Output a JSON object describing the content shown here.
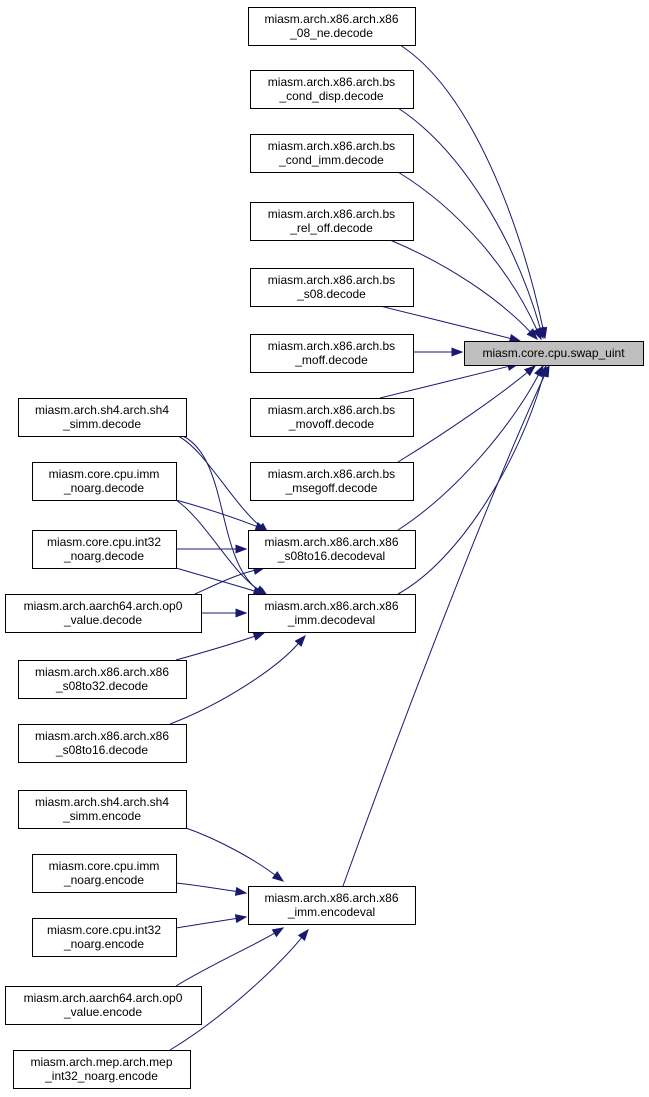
{
  "graph": {
    "target": {
      "id": "swap_uint",
      "lines": [
        "miasm.core.cpu.swap_uint"
      ]
    },
    "nodes": [
      {
        "id": "x86_08_ne",
        "lines": [
          "miasm.arch.x86.arch.x86",
          "_08_ne.decode"
        ]
      },
      {
        "id": "bs_cond_disp",
        "lines": [
          "miasm.arch.x86.arch.bs",
          "_cond_disp.decode"
        ]
      },
      {
        "id": "bs_cond_imm",
        "lines": [
          "miasm.arch.x86.arch.bs",
          "_cond_imm.decode"
        ]
      },
      {
        "id": "bs_rel_off",
        "lines": [
          "miasm.arch.x86.arch.bs",
          "_rel_off.decode"
        ]
      },
      {
        "id": "bs_s08",
        "lines": [
          "miasm.arch.x86.arch.bs",
          "_s08.decode"
        ]
      },
      {
        "id": "bs_moff",
        "lines": [
          "miasm.arch.x86.arch.bs",
          "_moff.decode"
        ]
      },
      {
        "id": "bs_movoff",
        "lines": [
          "miasm.arch.x86.arch.bs",
          "_movoff.decode"
        ]
      },
      {
        "id": "bs_msegoff",
        "lines": [
          "miasm.arch.x86.arch.bs",
          "_msegoff.decode"
        ]
      },
      {
        "id": "x86_s08to16_decodeval",
        "lines": [
          "miasm.arch.x86.arch.x86",
          "_s08to16.decodeval"
        ]
      },
      {
        "id": "x86_imm_decodeval",
        "lines": [
          "miasm.arch.x86.arch.x86",
          "_imm.decodeval"
        ]
      },
      {
        "id": "x86_imm_encodeval",
        "lines": [
          "miasm.arch.x86.arch.x86",
          "_imm.encodeval"
        ]
      },
      {
        "id": "sh4_simm_decode",
        "lines": [
          "miasm.arch.sh4.arch.sh4",
          "_simm.decode"
        ]
      },
      {
        "id": "imm_noarg_decode",
        "lines": [
          "miasm.core.cpu.imm",
          "_noarg.decode"
        ]
      },
      {
        "id": "int32_noarg_decode",
        "lines": [
          "miasm.core.cpu.int32",
          "_noarg.decode"
        ]
      },
      {
        "id": "aarch64_op0_decode",
        "lines": [
          "miasm.arch.aarch64.arch.op0",
          "_value.decode"
        ]
      },
      {
        "id": "x86_s08to32_decode",
        "lines": [
          "miasm.arch.x86.arch.x86",
          "_s08to32.decode"
        ]
      },
      {
        "id": "x86_s08to16_decode",
        "lines": [
          "miasm.arch.x86.arch.x86",
          "_s08to16.decode"
        ]
      },
      {
        "id": "sh4_simm_encode",
        "lines": [
          "miasm.arch.sh4.arch.sh4",
          "_simm.encode"
        ]
      },
      {
        "id": "imm_noarg_encode",
        "lines": [
          "miasm.core.cpu.imm",
          "_noarg.encode"
        ]
      },
      {
        "id": "int32_noarg_encode",
        "lines": [
          "miasm.core.cpu.int32",
          "_noarg.encode"
        ]
      },
      {
        "id": "aarch64_op0_encode",
        "lines": [
          "miasm.arch.aarch64.arch.op0",
          "_value.encode"
        ]
      },
      {
        "id": "mep_int32_noarg_encode",
        "lines": [
          "miasm.arch.mep.arch.mep",
          "_int32_noarg.encode"
        ]
      }
    ],
    "edges": [
      {
        "from": "x86_08_ne",
        "to": "swap_uint"
      },
      {
        "from": "bs_cond_disp",
        "to": "swap_uint"
      },
      {
        "from": "bs_cond_imm",
        "to": "swap_uint"
      },
      {
        "from": "bs_rel_off",
        "to": "swap_uint"
      },
      {
        "from": "bs_s08",
        "to": "swap_uint"
      },
      {
        "from": "bs_moff",
        "to": "swap_uint"
      },
      {
        "from": "bs_movoff",
        "to": "swap_uint"
      },
      {
        "from": "bs_msegoff",
        "to": "swap_uint"
      },
      {
        "from": "x86_s08to16_decodeval",
        "to": "swap_uint"
      },
      {
        "from": "x86_imm_decodeval",
        "to": "swap_uint"
      },
      {
        "from": "x86_imm_encodeval",
        "to": "swap_uint"
      },
      {
        "from": "sh4_simm_decode",
        "to": "x86_s08to16_decodeval"
      },
      {
        "from": "sh4_simm_decode",
        "to": "x86_imm_decodeval"
      },
      {
        "from": "imm_noarg_decode",
        "to": "x86_s08to16_decodeval"
      },
      {
        "from": "imm_noarg_decode",
        "to": "x86_imm_decodeval"
      },
      {
        "from": "int32_noarg_decode",
        "to": "x86_s08to16_decodeval"
      },
      {
        "from": "int32_noarg_decode",
        "to": "x86_imm_decodeval"
      },
      {
        "from": "aarch64_op0_decode",
        "to": "x86_s08to16_decodeval"
      },
      {
        "from": "aarch64_op0_decode",
        "to": "x86_imm_decodeval"
      },
      {
        "from": "x86_s08to32_decode",
        "to": "x86_imm_decodeval"
      },
      {
        "from": "x86_s08to16_decode",
        "to": "x86_imm_decodeval"
      },
      {
        "from": "sh4_simm_encode",
        "to": "x86_imm_encodeval"
      },
      {
        "from": "imm_noarg_encode",
        "to": "x86_imm_encodeval"
      },
      {
        "from": "int32_noarg_encode",
        "to": "x86_imm_encodeval"
      },
      {
        "from": "aarch64_op0_encode",
        "to": "x86_imm_encodeval"
      },
      {
        "from": "mep_int32_noarg_encode",
        "to": "x86_imm_encodeval"
      }
    ],
    "colors": {
      "edge": "#191970",
      "target_fill": "#bfbfbf",
      "node_fill": "#ffffff",
      "node_stroke": "#000000"
    }
  }
}
